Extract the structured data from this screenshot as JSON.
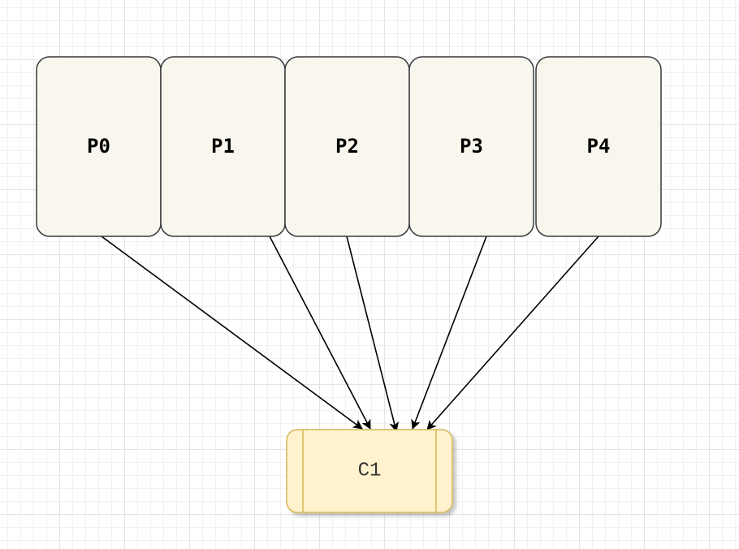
{
  "diagram": {
    "producers": [
      {
        "id": "p0",
        "label": "P0"
      },
      {
        "id": "p1",
        "label": "P1"
      },
      {
        "id": "p2",
        "label": "P2"
      },
      {
        "id": "p3",
        "label": "P3"
      },
      {
        "id": "p4",
        "label": "P4"
      }
    ],
    "consumer": {
      "id": "c1",
      "label": "C1"
    },
    "edges": [
      {
        "from": "P0",
        "to": "C1"
      },
      {
        "from": "P1",
        "to": "C1"
      },
      {
        "from": "P2",
        "to": "C1"
      },
      {
        "from": "P3",
        "to": "C1"
      },
      {
        "from": "P4",
        "to": "C1"
      }
    ],
    "colors": {
      "producer_fill": "#f9f7ed",
      "producer_stroke": "#36393d",
      "consumer_fill": "#fff2cc",
      "consumer_stroke": "#d6b656",
      "edge": "#000000"
    }
  }
}
